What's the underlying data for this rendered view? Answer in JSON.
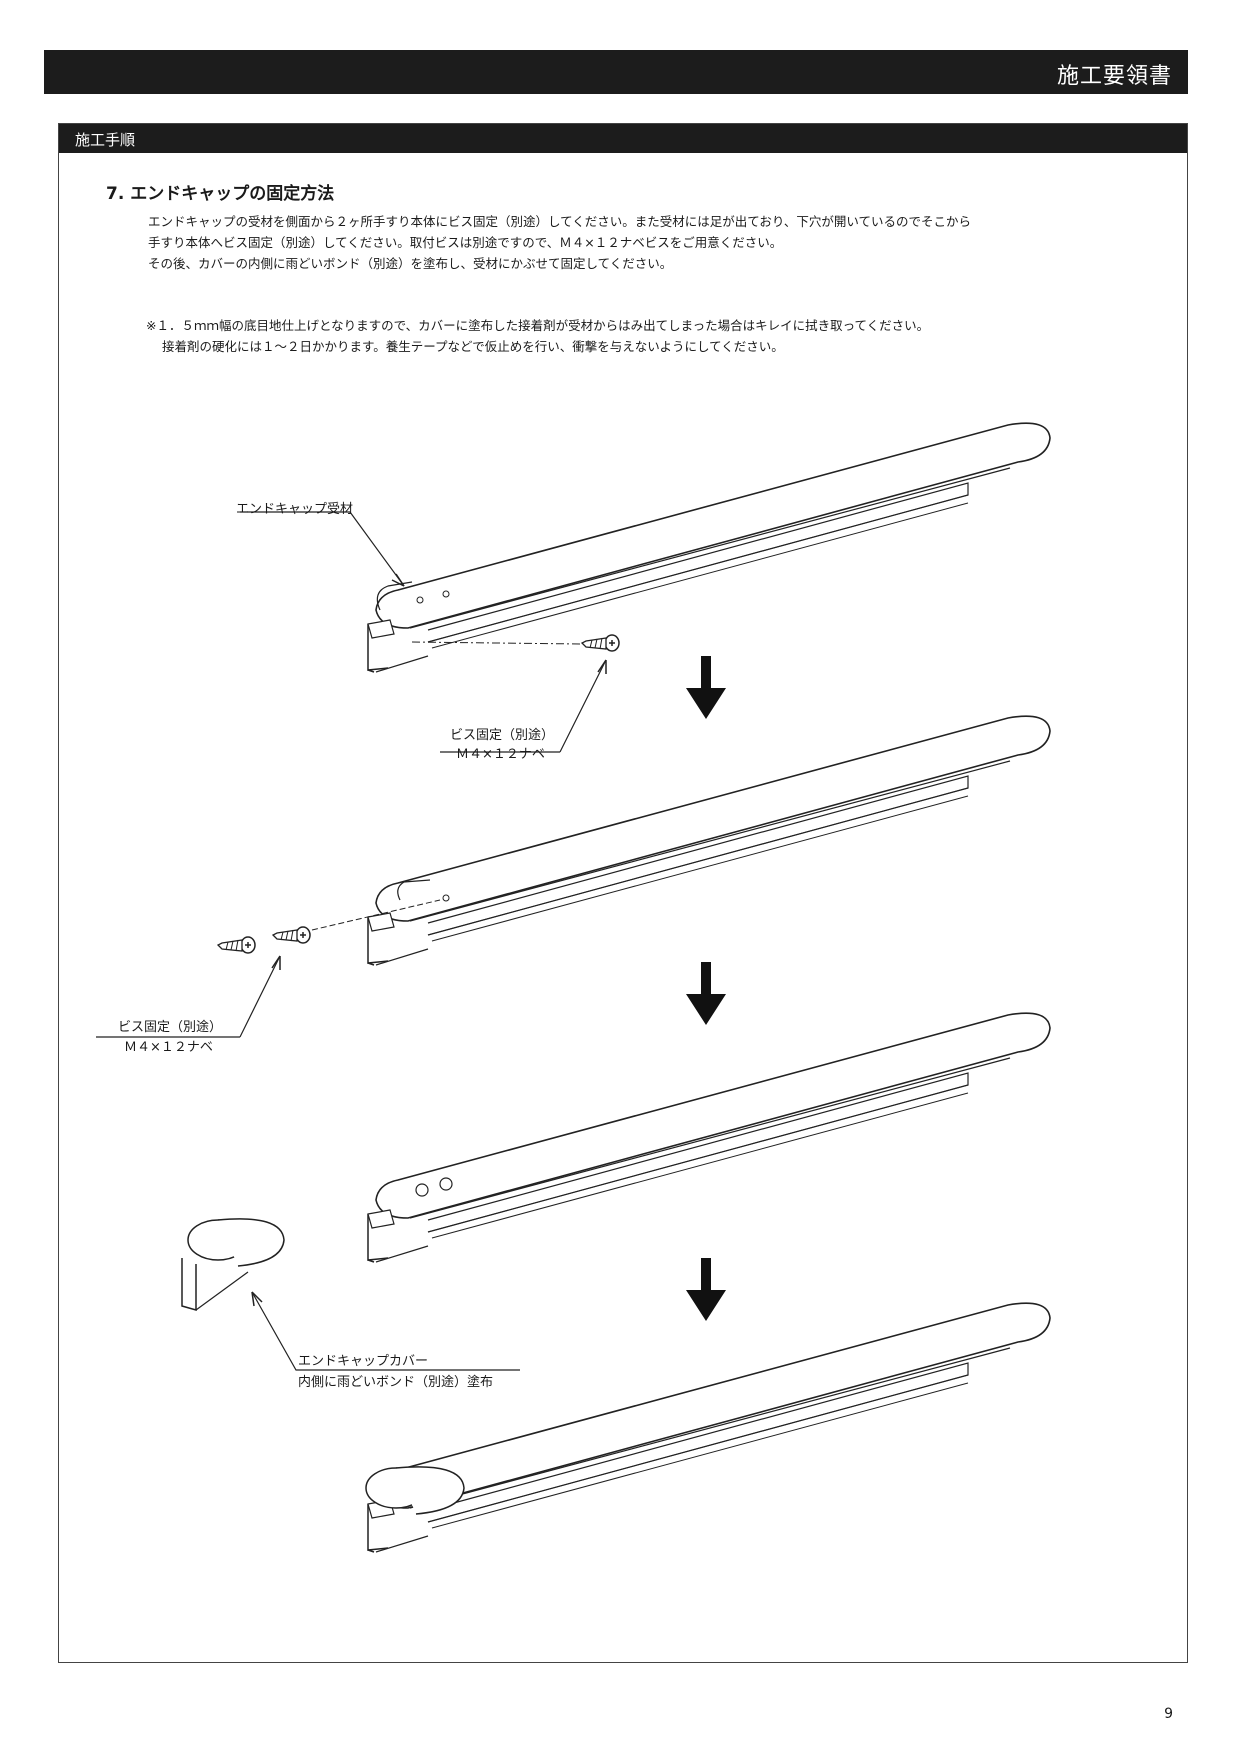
{
  "header": {
    "title": "施工要領書"
  },
  "section": {
    "title": "施工手順"
  },
  "step": {
    "title": "7. エンドキャップの固定方法",
    "lines": [
      "エンドキャップの受材を側面から２ヶ所手すり本体にビス固定（別途）してください。また受材には足が出ており、下穴が開いているのでそこから",
      "手すり本体へビス固定（別途）してください。取付ビスは別途ですので、Ｍ４×１２ナベビスをご用意ください。",
      "その後、カバーの内側に雨どいボンド（別途）を塗布し、受材にかぶせて固定してください。"
    ],
    "notes": [
      "※１．５ｍｍ幅の底目地仕上げとなりますので、カバーに塗布した接着剤が受材からはみ出てしまった場合はキレイに拭き取ってください。",
      "接着剤の硬化には１〜２日かかります。養生テープなどで仮止めを行い、衝撃を与えないようにしてください。"
    ]
  },
  "labels": {
    "receiver": "エンドキャップ受材",
    "screw1_line1": "ビス固定（別途）",
    "screw1_line2": "Ｍ４×１２ナベ",
    "screw2_line1": "ビス固定（別途）",
    "screw2_line2": "Ｍ４×１２ナベ",
    "cover_line1": "エンドキャップカバー",
    "cover_line2": "内側に雨どいボンド（別途）塗布"
  },
  "page_number": "9"
}
